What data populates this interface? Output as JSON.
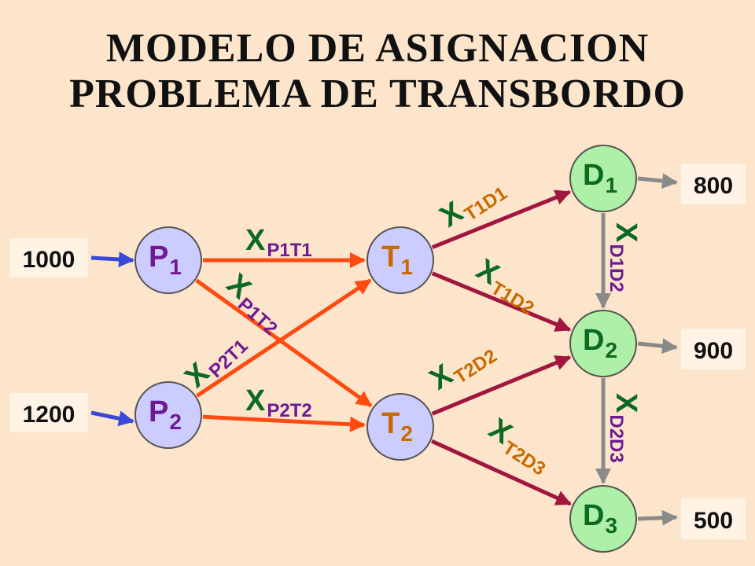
{
  "title": {
    "line1": "MODELO   DE   ASIGNACION",
    "line2": "PROBLEMA   DE   TRANSBORDO"
  },
  "colors": {
    "background": "#fde5cb",
    "node_fill_source": "#ccccff",
    "node_fill_dest": "#aef0a8",
    "arrow_orange": "#ff4a10",
    "arrow_maroon": "#a0163e",
    "arrow_gray": "#8a8a8a",
    "arrow_blue": "#3a48d8",
    "label_green": "#0b6a22",
    "label_purple": "#6e1a92",
    "label_orange": "#c86a00"
  },
  "nodes": [
    {
      "id": "P1",
      "main": "P",
      "sub": "1"
    },
    {
      "id": "P2",
      "main": "P",
      "sub": "2"
    },
    {
      "id": "T1",
      "main": "T",
      "sub": "1"
    },
    {
      "id": "T2",
      "main": "T",
      "sub": "2"
    },
    {
      "id": "D1",
      "main": "D",
      "sub": "1"
    },
    {
      "id": "D2",
      "main": "D",
      "sub": "2"
    },
    {
      "id": "D3",
      "main": "D",
      "sub": "3"
    }
  ],
  "supplies": [
    {
      "node": "P1",
      "value": "1000"
    },
    {
      "node": "P2",
      "value": "1200"
    }
  ],
  "demands": [
    {
      "node": "D1",
      "value": "800"
    },
    {
      "node": "D2",
      "value": "900"
    },
    {
      "node": "D3",
      "value": "500"
    }
  ],
  "edges": [
    {
      "from": "P1",
      "to": "T1",
      "color": "arrow_orange",
      "label_main": "X",
      "label_sub": "P1T1"
    },
    {
      "from": "P1",
      "to": "T2",
      "color": "arrow_orange",
      "label_main": "X",
      "label_sub": "P1T2"
    },
    {
      "from": "P2",
      "to": "T1",
      "color": "arrow_orange",
      "label_main": "X",
      "label_sub": "P2T1"
    },
    {
      "from": "P2",
      "to": "T2",
      "color": "arrow_orange",
      "label_main": "X",
      "label_sub": "P2T2"
    },
    {
      "from": "T1",
      "to": "D1",
      "color": "arrow_maroon",
      "label_main": "X",
      "label_sub": "T1D1"
    },
    {
      "from": "T1",
      "to": "D2",
      "color": "arrow_maroon",
      "label_main": "X",
      "label_sub": "T1D2"
    },
    {
      "from": "T2",
      "to": "D2",
      "color": "arrow_maroon",
      "label_main": "X",
      "label_sub": "T2D2"
    },
    {
      "from": "T2",
      "to": "D3",
      "color": "arrow_maroon",
      "label_main": "X",
      "label_sub": "T2D3"
    },
    {
      "from": "D1",
      "to": "D2",
      "color": "arrow_gray",
      "label_main": "X",
      "label_sub": "D1D2"
    },
    {
      "from": "D2",
      "to": "D3",
      "color": "arrow_gray",
      "label_main": "X",
      "label_sub": "D2D3"
    }
  ]
}
